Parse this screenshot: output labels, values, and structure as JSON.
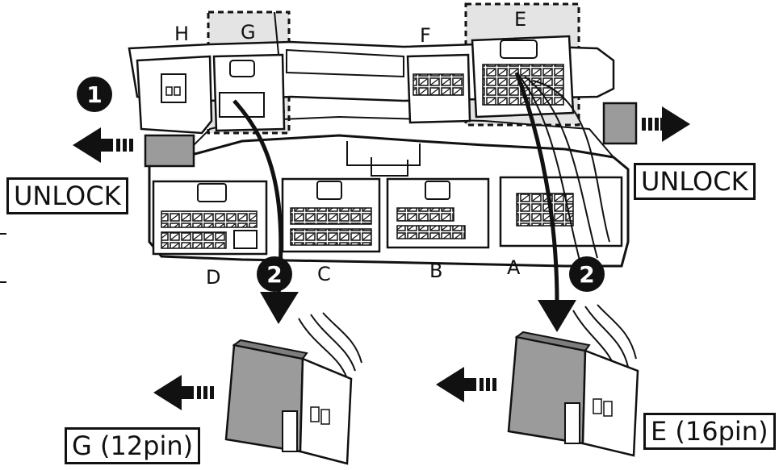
{
  "connector_labels": {
    "h": "H",
    "g": "G",
    "f": "F",
    "e": "E",
    "d": "D",
    "c": "C",
    "b": "B",
    "a": "A"
  },
  "steps": {
    "one": "1",
    "two_left": "2",
    "two_right": "2"
  },
  "callouts": {
    "unlock_left": "UNLOCK",
    "unlock_right": "UNLOCK",
    "connector_g": "G (12pin)",
    "connector_e": "E (16pin)"
  },
  "colors": {
    "line": "#111111",
    "highlight": "#e4e4e4",
    "plug_gray": "#9b9b9b"
  }
}
